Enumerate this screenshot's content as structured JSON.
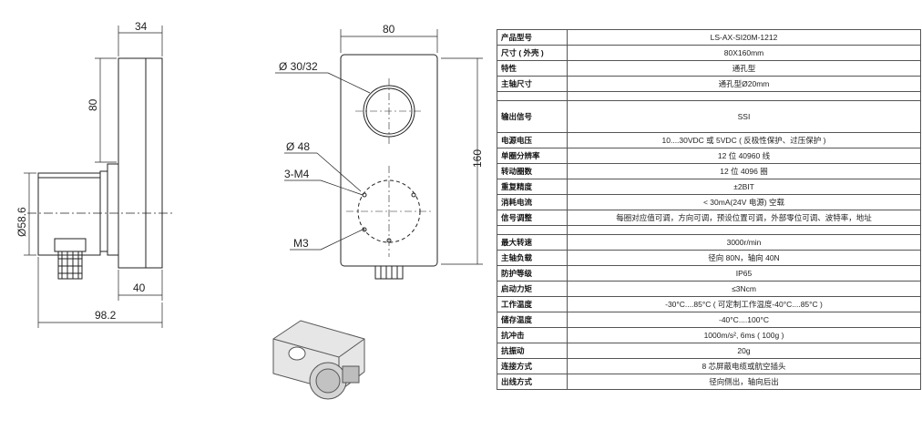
{
  "drawing": {
    "side": {
      "width_top": "34",
      "height": "80",
      "diameter": "Ø58.6",
      "depth": "40",
      "total": "98.2"
    },
    "front": {
      "width": "80",
      "height": "160",
      "hole": "Ø 30/32",
      "circle": "Ø 48",
      "thread_a": "3-M4",
      "thread_b": "M3"
    }
  },
  "specs": {
    "rows": [
      {
        "k": "产品型号",
        "v": "LS-AX-SI20M-1212"
      },
      {
        "k": "尺寸 ( 外壳 )",
        "v": "80X160mm"
      },
      {
        "k": "特性",
        "v": "通孔型"
      },
      {
        "k": "主轴尺寸",
        "v": "通孔型Ø20mm"
      },
      {
        "k": "",
        "v": ""
      },
      {
        "k": "输出信号",
        "v": "SSI"
      },
      {
        "k": "电源电压",
        "v": "10....30VDC  或  5VDC  ( 反极性保护、过压保护 )"
      },
      {
        "k": "单圈分辨率",
        "v": "12 位 40960 线"
      },
      {
        "k": "转动圈数",
        "v": "12 位 4096 圈"
      },
      {
        "k": "重复精度",
        "v": "±2BIT"
      },
      {
        "k": "消耗电流",
        "v": "< 30mA(24V 电源) 空载"
      },
      {
        "k": "信号调整",
        "v": "每圈对应值可调，方向可调，预设位置可调，外部零位可调、波特率，地址"
      },
      {
        "k": "",
        "v": ""
      },
      {
        "k": "最大转速",
        "v": "3000r/min"
      },
      {
        "k": "主轴负载",
        "v": "径向 80N，轴向 40N"
      },
      {
        "k": "防护等级",
        "v": "IP65"
      },
      {
        "k": "启动力矩",
        "v": "≤3Ncm"
      },
      {
        "k": "工作温度",
        "v": "-30°C....85°C ( 可定制工作温度-40°C....85°C )"
      },
      {
        "k": "储存温度",
        "v": "-40°C....100°C"
      },
      {
        "k": "抗冲击",
        "v": "1000m/s², 6ms ( 100g )"
      },
      {
        "k": "抗振动",
        "v": "20g"
      },
      {
        "k": "连接方式",
        "v": "8 芯屏蔽电缆或航空插头"
      },
      {
        "k": "出线方式",
        "v": "径向侧出，轴向后出"
      }
    ]
  }
}
